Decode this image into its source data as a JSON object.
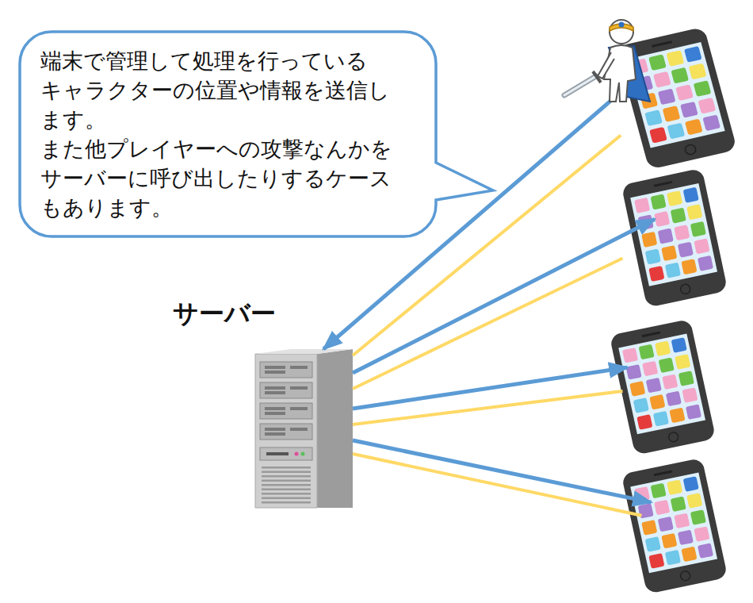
{
  "diagram": {
    "nodes": [
      {
        "text": [
          "端末で管理して処理を行っている キャラクターの位置や情報を送信し ます。",
          "また他プレイヤーへの攻撃なんかを サーバーに呼び出したりするケース もあります。"
        ]
      },
      {
        "text": [
          "サーバー"
        ]
      },
      {
        "text": []
      },
      {
        "text": []
      },
      {
        "text": []
      },
      {
        "text": []
      }
    ],
    "edges": [
      {
        "from": 2,
        "to": 1,
        "arrow": "to"
      },
      {
        "from": 2,
        "to": 1,
        "arrow": "none"
      },
      {
        "from": 1,
        "to": 3,
        "arrow": "to"
      },
      {
        "from": 1,
        "to": 3,
        "arrow": "none"
      },
      {
        "from": 1,
        "to": 4,
        "arrow": "to"
      },
      {
        "from": 1,
        "to": 4,
        "arrow": "none"
      },
      {
        "from": 1,
        "to": 5,
        "arrow": "to"
      },
      {
        "from": 1,
        "to": 5,
        "arrow": "none"
      }
    ]
  }
}
